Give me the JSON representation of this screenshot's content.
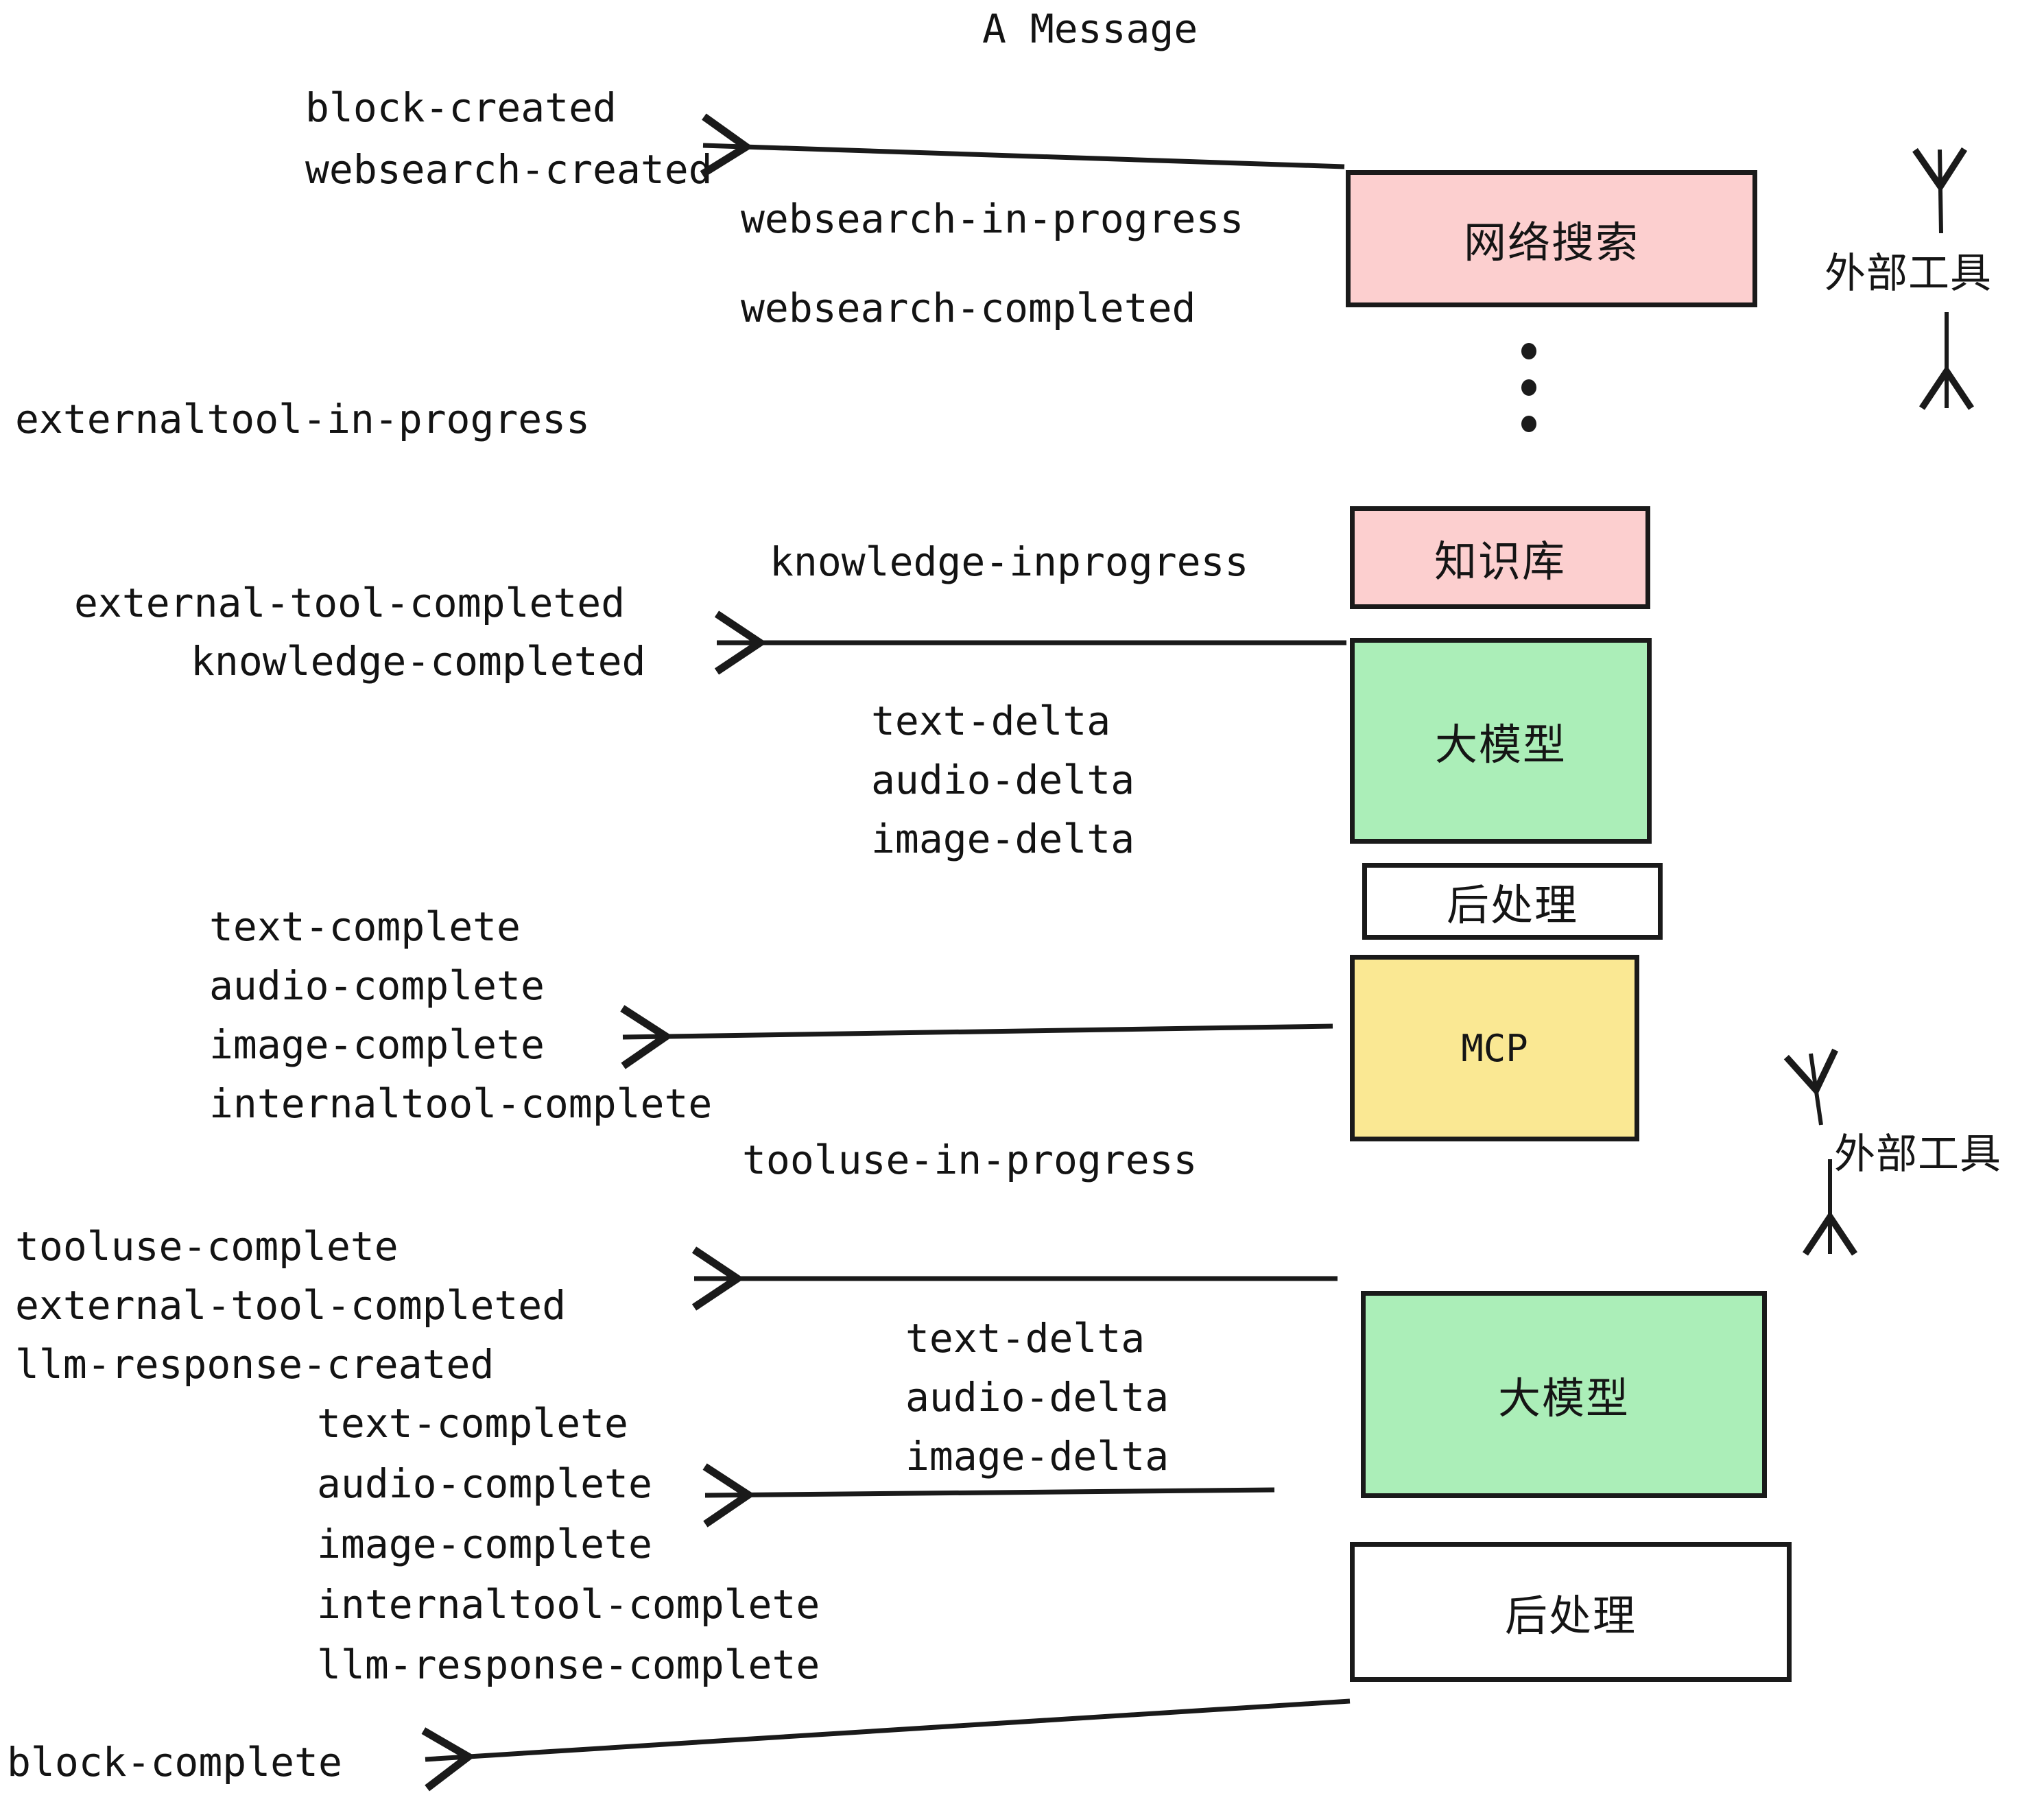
{
  "diagram": {
    "title": "A Message",
    "colors": {
      "external_tool_pink": "#fccfcf",
      "llm_green": "#abeeb8",
      "mcp_yellow": "#fae893",
      "postprocess_white": "#ffffff",
      "stroke": "#1a1a1a",
      "text": "#131313",
      "background": "#ffffff"
    },
    "nodes": [
      {
        "id": "websearch",
        "label": "网络搜索",
        "fill": "#fccfcf"
      },
      {
        "id": "knowledge",
        "label": "知识库",
        "fill": "#fccfcf"
      },
      {
        "id": "llm-1",
        "label": "大模型",
        "fill": "#abeeb8"
      },
      {
        "id": "postprocess-1",
        "label": "后处理",
        "fill": "#ffffff"
      },
      {
        "id": "mcp",
        "label": "MCP",
        "fill": "#fae893"
      },
      {
        "id": "llm-2",
        "label": "大模型",
        "fill": "#abeeb8"
      },
      {
        "id": "postprocess-2",
        "label": "后处理",
        "fill": "#ffffff"
      }
    ],
    "side_labels": [
      {
        "id": "external-tool-top",
        "text": "外部工具"
      },
      {
        "id": "external-tool-bottom",
        "text": "外部工具"
      }
    ],
    "events": [
      {
        "id": "block-created",
        "text": "block-created"
      },
      {
        "id": "websearch-created",
        "text": "websearch-created"
      },
      {
        "id": "websearch-in-progress",
        "text": "websearch-in-progress"
      },
      {
        "id": "websearch-completed",
        "text": "websearch-completed"
      },
      {
        "id": "externaltool-in-progress",
        "text": "externaltool-in-progress"
      },
      {
        "id": "knowledge-inprogress",
        "text": "knowledge-inprogress"
      },
      {
        "id": "external-tool-completed-1",
        "text": "external-tool-completed"
      },
      {
        "id": "knowledge-completed",
        "text": "knowledge-completed"
      },
      {
        "id": "text-delta-1",
        "text": "text-delta"
      },
      {
        "id": "audio-delta-1",
        "text": "audio-delta"
      },
      {
        "id": "image-delta-1",
        "text": "image-delta"
      },
      {
        "id": "text-complete-1",
        "text": "text-complete"
      },
      {
        "id": "audio-complete-1",
        "text": "audio-complete"
      },
      {
        "id": "image-complete-1",
        "text": "image-complete"
      },
      {
        "id": "internaltool-complete-1",
        "text": "internaltool-complete"
      },
      {
        "id": "tooluse-in-progress",
        "text": "tooluse-in-progress"
      },
      {
        "id": "tooluse-complete",
        "text": "tooluse-complete"
      },
      {
        "id": "external-tool-completed-2",
        "text": "external-tool-completed"
      },
      {
        "id": "llm-response-created",
        "text": "llm-response-created"
      },
      {
        "id": "text-delta-2",
        "text": "text-delta"
      },
      {
        "id": "audio-delta-2",
        "text": "audio-delta"
      },
      {
        "id": "image-delta-2",
        "text": "image-delta"
      },
      {
        "id": "text-complete-2",
        "text": "text-complete"
      },
      {
        "id": "audio-complete-2",
        "text": "audio-complete"
      },
      {
        "id": "image-complete-2",
        "text": "image-complete"
      },
      {
        "id": "internaltool-complete-2",
        "text": "internaltool-complete"
      },
      {
        "id": "llm-response-complete",
        "text": "llm-response-complete"
      },
      {
        "id": "block-complete",
        "text": "block-complete"
      }
    ],
    "ellipsis": {
      "id": "vertical-ellipsis",
      "dot_count": 3
    }
  }
}
